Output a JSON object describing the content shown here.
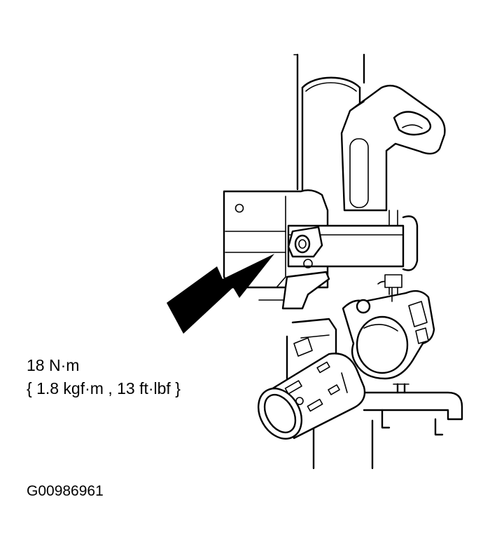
{
  "torque": {
    "primary": "18 N·m",
    "alternate": "{ 1.8 kgf·m , 13 ft·lbf }"
  },
  "figure_id": "G00986961",
  "colors": {
    "line": "#000000",
    "background": "#ffffff"
  }
}
